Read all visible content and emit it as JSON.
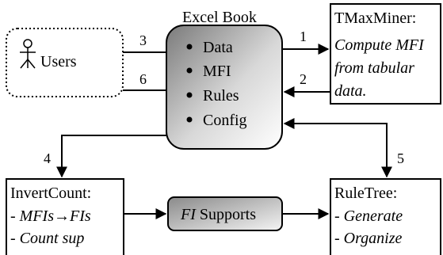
{
  "users": {
    "label": "Users",
    "icon": "user-icon"
  },
  "excel_book": {
    "title": "Excel Book",
    "items": [
      "Data",
      "MFI",
      "Rules",
      "Config"
    ]
  },
  "tmaxminer": {
    "title": "TMaxMiner:",
    "lines": [
      "Compute MFI",
      "from tabular",
      "data."
    ]
  },
  "invertcount": {
    "title": "InvertCount:",
    "line1_prefix": "- ",
    "line1_a": "MFIs",
    "line1_arrow": "→",
    "line1_b": "FIs",
    "line2_prefix": "- ",
    "line2": "Count sup"
  },
  "fi_supports": {
    "italic": "FI",
    "rest": " Supports"
  },
  "ruletree": {
    "title": "RuleTree:",
    "line1_prefix": "- ",
    "line1": "Generate",
    "line2_prefix": "- ",
    "line2": "Organize"
  },
  "edge_labels": [
    "1",
    "2",
    "3",
    "4",
    "5",
    "6"
  ]
}
